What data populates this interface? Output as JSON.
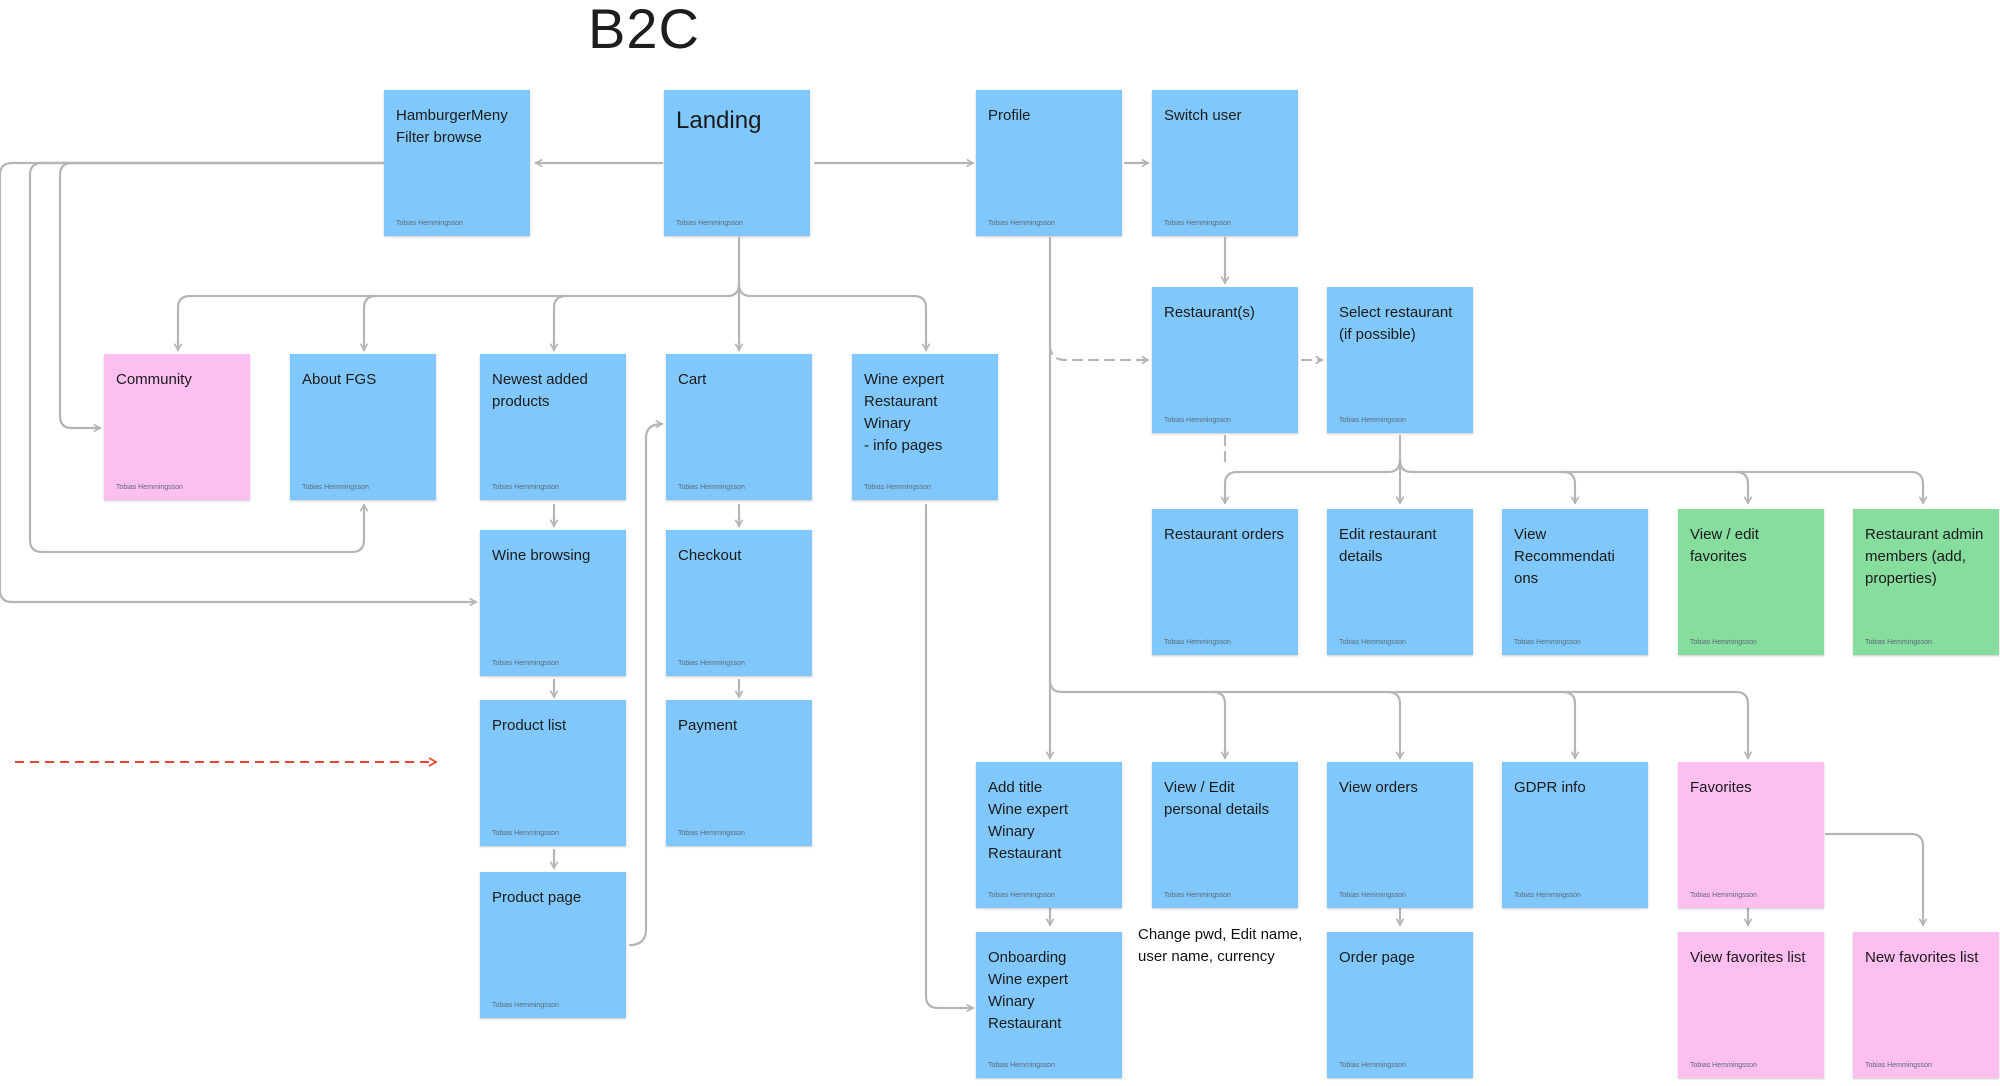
{
  "title": "B2C",
  "colors": {
    "blue": "#80c8fc",
    "pink": "#fdbef0",
    "green": "#86dd9d",
    "connector": "#b5b5b5",
    "accent_arrow": "#e8472e"
  },
  "notes": {
    "hamburger": {
      "text": "HamburgerMeny\nFilter browse",
      "author": "Tobias Hemmingsson"
    },
    "landing": {
      "text": "Landing",
      "author": "Tobias Hemmingsson"
    },
    "profile": {
      "text": "Profile",
      "author": "Tobias Hemmingsson"
    },
    "switch_user": {
      "text": "Switch user",
      "author": "Tobias Hemmingsson"
    },
    "community": {
      "text": "Community",
      "author": "Tobias Hemmingsson"
    },
    "about": {
      "text": "About FGS",
      "author": "Tobias Hemmingsson"
    },
    "newest": {
      "text": "Newest added\nproducts",
      "author": "Tobias Hemmingsson"
    },
    "cart": {
      "text": "Cart",
      "author": "Tobias Hemmingsson"
    },
    "wine_expert": {
      "text": "Wine expert\nRestaurant\nWinary\n- info pages",
      "author": "Tobias Hemmingsson"
    },
    "restaurants": {
      "text": "Restaurant(s)",
      "author": "Tobias Hemmingsson"
    },
    "select_rest": {
      "text": "Select restaurant\n(if possible)",
      "author": "Tobias Hemmingsson"
    },
    "wine_browsing": {
      "text": "Wine browsing",
      "author": "Tobias Hemmingsson"
    },
    "checkout": {
      "text": "Checkout",
      "author": "Tobias Hemmingsson"
    },
    "rest_orders": {
      "text": "Restaurant orders",
      "author": "Tobias Hemmingsson"
    },
    "edit_rest": {
      "text": "Edit restaurant\ndetails",
      "author": "Tobias Hemmingsson"
    },
    "view_recs": {
      "text": "View\nRecommendati\nons",
      "author": "Tobias Hemmingsson"
    },
    "view_edit_favs": {
      "text": "View / edit\nfavorites",
      "author": "Tobias Hemmingsson"
    },
    "rest_admin": {
      "text": "Restaurant admin\nmembers (add,\nproperties)",
      "author": "Tobias Hemmingsson"
    },
    "product_list": {
      "text": "Product list",
      "author": "Tobias Hemmingsson"
    },
    "payment": {
      "text": "Payment",
      "author": "Tobias Hemmingsson"
    },
    "add_title": {
      "text": "Add title\nWine expert\nWinary\nRestaurant",
      "author": "Tobias Hemmingsson"
    },
    "view_personal": {
      "text": "View / Edit\npersonal details",
      "author": "Tobias Hemmingsson"
    },
    "view_orders": {
      "text": "View orders",
      "author": "Tobias Hemmingsson"
    },
    "gdpr": {
      "text": "GDPR info",
      "author": "Tobias Hemmingsson"
    },
    "favorites": {
      "text": "Favorites",
      "author": "Tobias Hemmingsson"
    },
    "product_page": {
      "text": "Product page",
      "author": "Tobias Hemmingsson"
    },
    "onboarding": {
      "text": "Onboarding\nWine expert\nWinary\nRestaurant",
      "author": "Tobias Hemmingsson"
    },
    "order_page": {
      "text": "Order page",
      "author": "Tobias Hemmingsson"
    },
    "view_fav_list": {
      "text": "View favorites list",
      "author": "Tobias Hemmingsson"
    },
    "new_fav_list": {
      "text": "New favorites list",
      "author": "Tobias Hemmingsson"
    }
  },
  "annotations": {
    "personal_details_note": "Change pwd, Edit name,\nuser name, currency"
  }
}
